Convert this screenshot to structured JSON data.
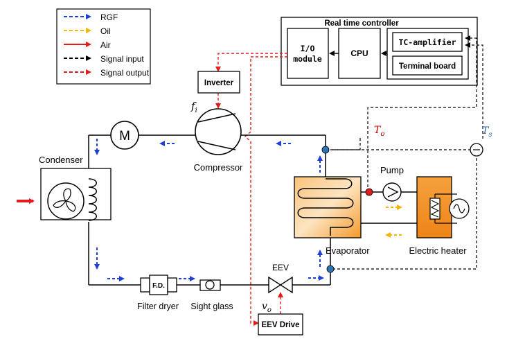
{
  "legend": {
    "items": [
      {
        "label": "RGF",
        "color": "#1f3fd6"
      },
      {
        "label": "Oil",
        "color": "#f4b400"
      },
      {
        "label": "Air",
        "color": "#e21b1b"
      },
      {
        "label": "Signal input",
        "color": "#000000"
      },
      {
        "label": "Signal output",
        "color": "#e21b1b"
      }
    ]
  },
  "controller": {
    "title": "Real time controller",
    "io_line1": "I/O",
    "io_line2": "module",
    "cpu": "CPU",
    "tc_amplifier": "TC-amplifier",
    "terminal_board": "Terminal board"
  },
  "components": {
    "inverter": "Inverter",
    "motor": "M",
    "compressor": "Compressor",
    "condenser": "Condenser",
    "evaporator": "Evaporator",
    "pump": "Pump",
    "electric_heater": "Electric heater",
    "eev": "EEV",
    "eev_drive": "EEV Drive",
    "filter_dryer_box": "F.D.",
    "filter_dryer": "Filter dryer",
    "sight_glass": "Sight glass"
  },
  "symbols": {
    "fi_main": "f",
    "fi_sub": "i",
    "to_main": "T",
    "to_sub": "o",
    "ts_main": "T",
    "ts_sub": "s",
    "vo_main": "v",
    "vo_sub": "o"
  },
  "colors": {
    "rgf": "#1f3fd6",
    "oil": "#f4b400",
    "air": "#e21b1b",
    "signal_output": "#e21b1b",
    "to_label": "#c00000",
    "ts_label": "#2f5fb0",
    "evaporator_fill": "#f6a93b",
    "heater_fill": "#f08a1c",
    "node": "#2e75b6"
  }
}
